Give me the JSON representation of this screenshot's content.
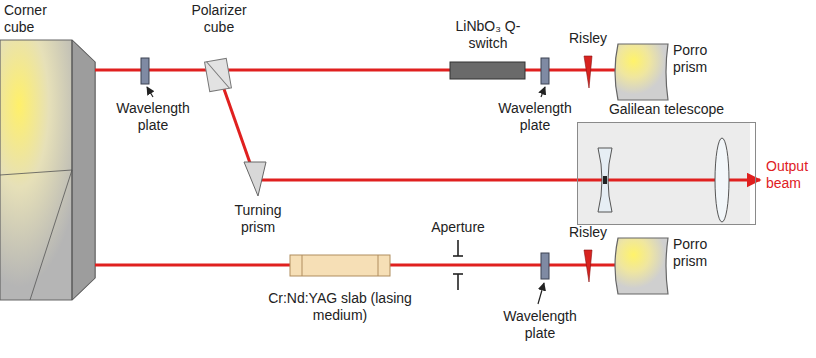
{
  "diagram": {
    "nodes": [
      {
        "text": [
          "Galilean telescope"
        ]
      }
    ],
    "labels": [
      "Corner cube",
      "Polarizer cube",
      "LiNbO₃ Q-switch",
      "Risley",
      "Porro prism",
      "Wavelength plate",
      "Wavelength plate",
      "Turning prism",
      "Output beam",
      "Aperture",
      "Risley",
      "Porro prism",
      "Cr:Nd:YAG slab (lasing medium)",
      "Wavelength plate"
    ]
  }
}
